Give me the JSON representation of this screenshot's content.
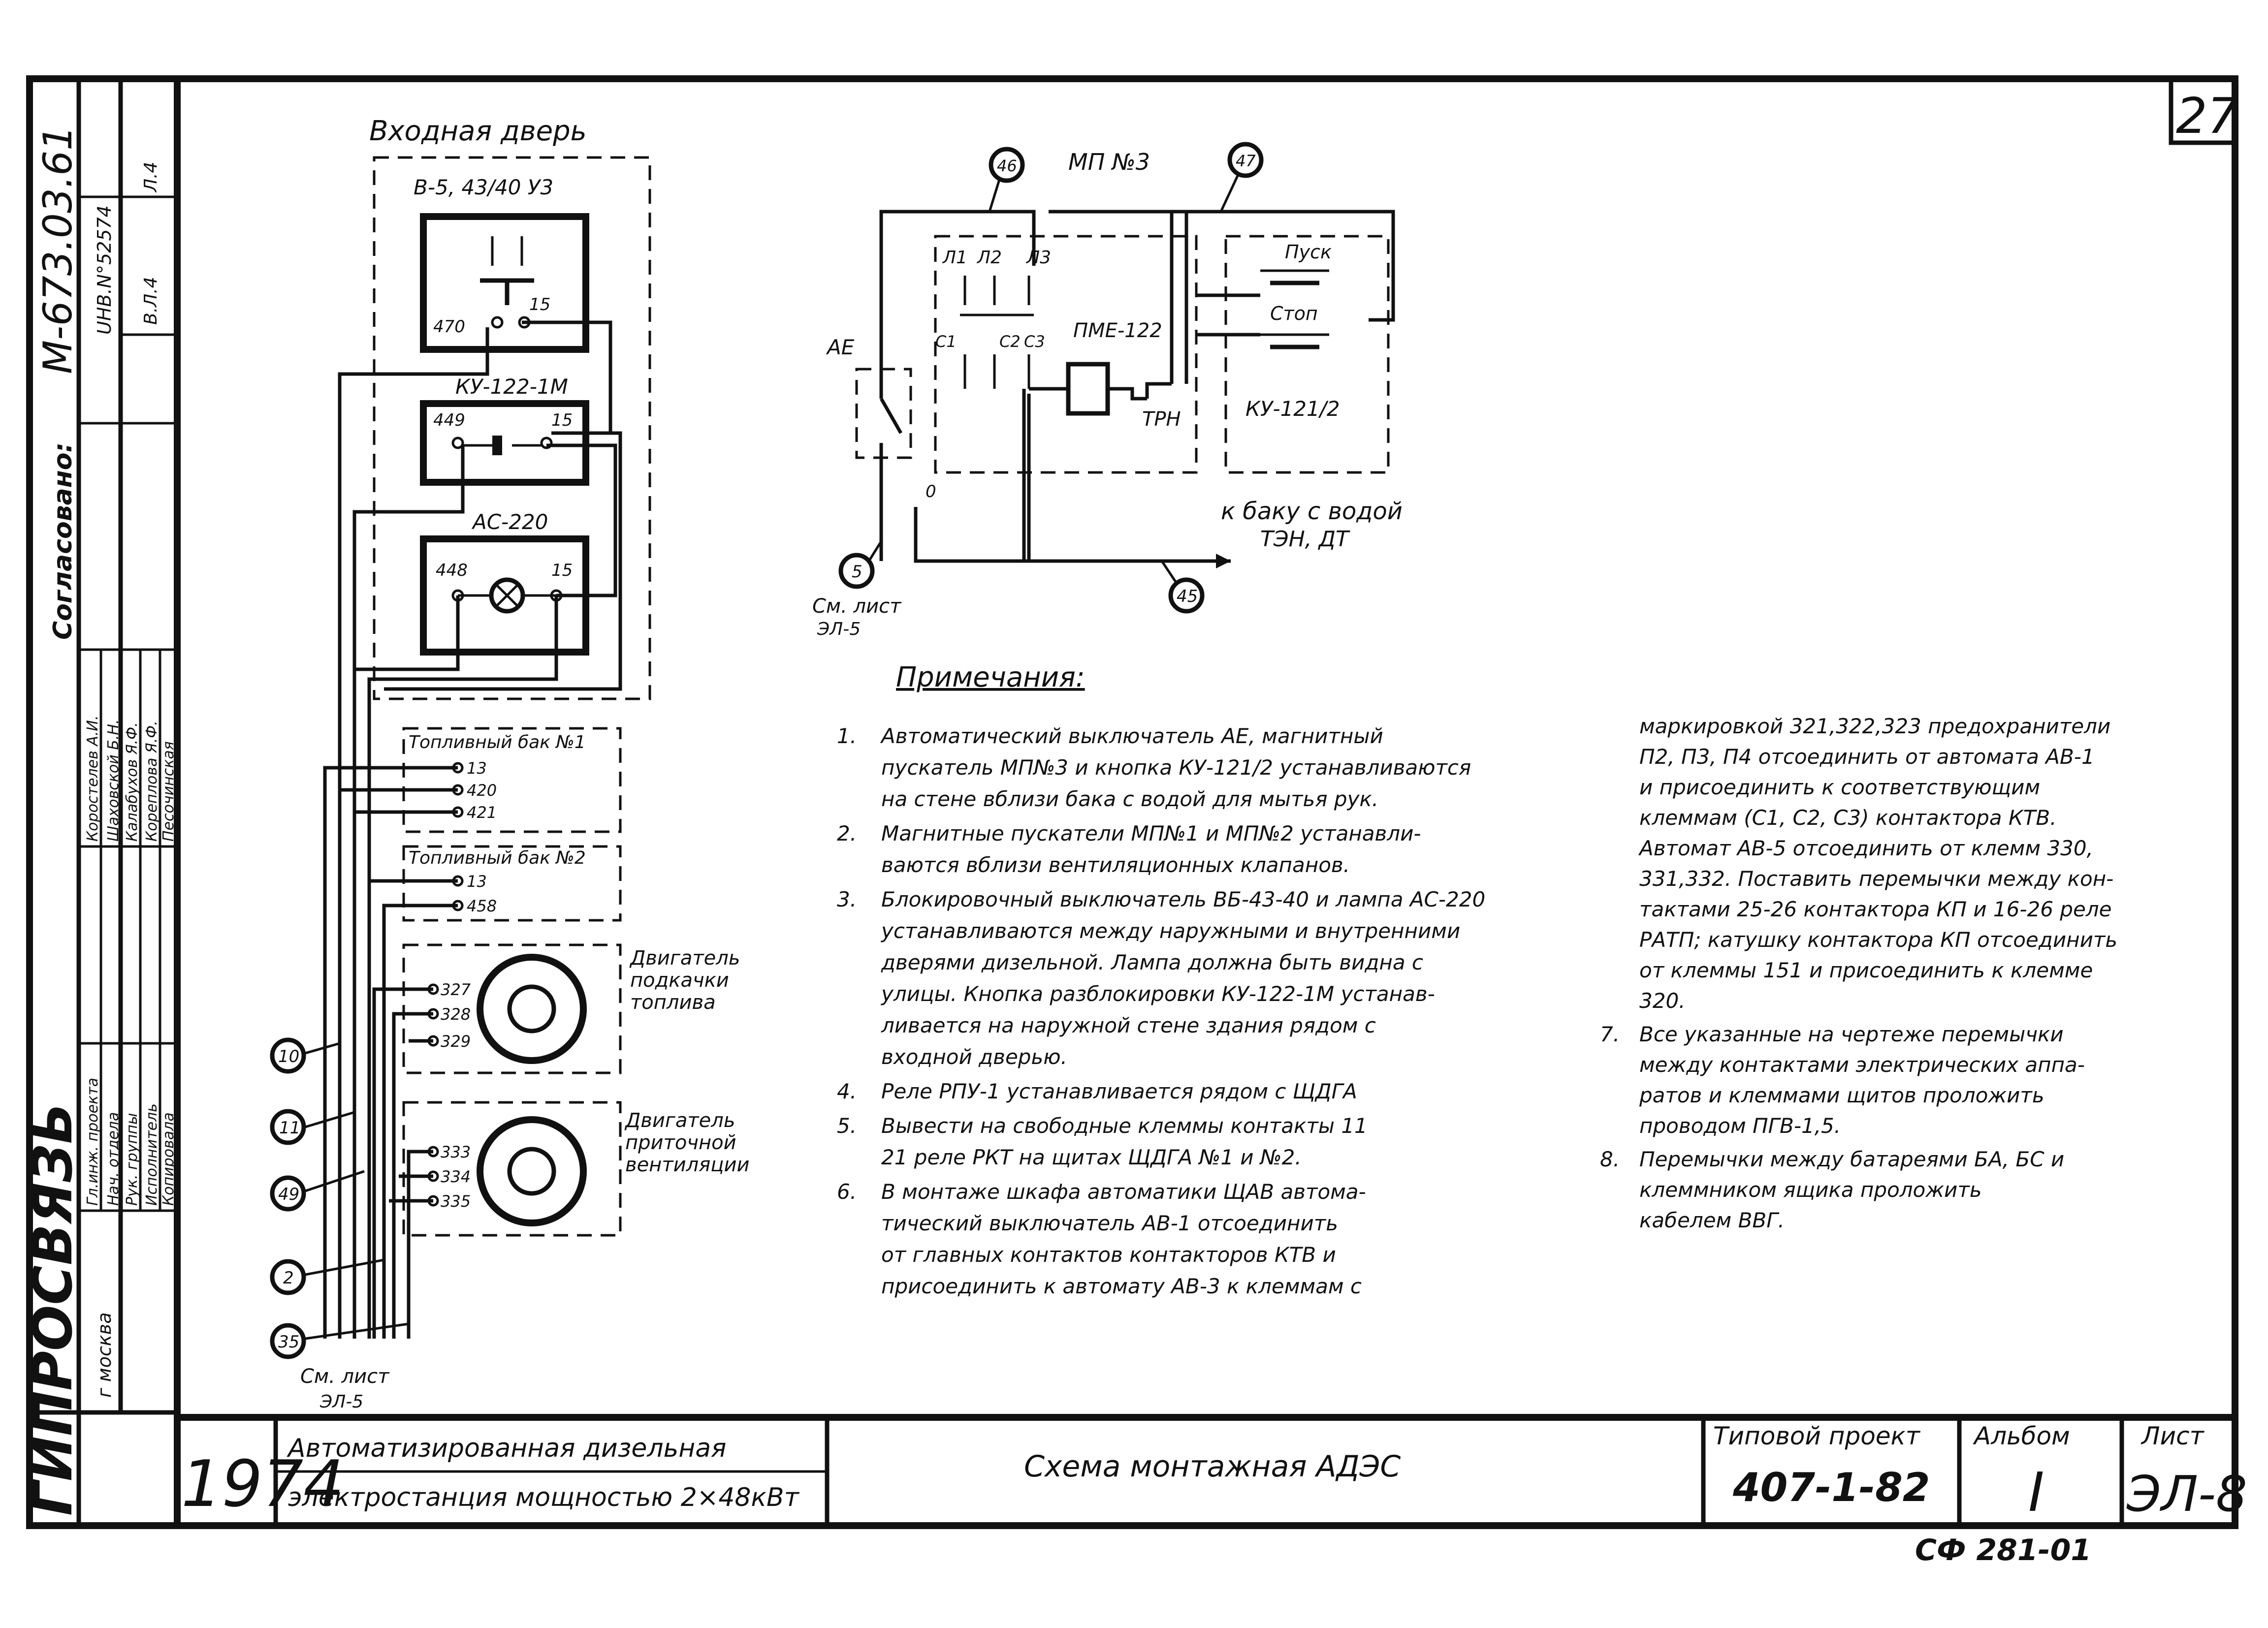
{
  "sheet": {
    "sheet_number": "27",
    "org_name": "ГИПРОСВЯЗЬ",
    "city": "г москва",
    "year": "1974",
    "doc_number": "М-673.03.61",
    "inv_number": "UHB.N°52574",
    "project_title_line1": "Автоматизированная дизельная",
    "project_title_line2": "электростанция мощностью 2×48кВт",
    "drawing_title": "Схема монтажная АДЭС",
    "typical_project_label": "Типовой проект",
    "typical_project": "407-1-82",
    "album_label": "Альбом",
    "album": "I",
    "sheet_label": "Лист",
    "sheet_code": "ЭЛ-8",
    "stamp": "СФ 281-01"
  },
  "side_stamp": {
    "agreed_label": "Согласовано:",
    "sheet_marks": [
      "В.Л.4",
      "Л.4"
    ],
    "roles": [
      "Гл.инж. проекта",
      "Нач. отдела",
      "Рук. группы",
      "Исполнитель",
      "Копировала"
    ],
    "names": [
      "Коростелев А.И.",
      "Шаховской Б.Н.",
      "Калабухов Я.Ф.",
      "Кореплова Я.Ф.",
      "Песочинская"
    ]
  },
  "diagram": {
    "entrance_door": "Входная дверь",
    "switch_vb": "В-5, 43/40 У3",
    "term_470": "470",
    "term_15a": "15",
    "ku122": "КУ-122-1М",
    "term_449": "449",
    "term_15b": "15",
    "lamp_ac": "АС-220",
    "term_448": "448",
    "term_15c": "15",
    "fuel_tank1": "Топливный бак №1",
    "tank1_terms": [
      "13",
      "420",
      "421"
    ],
    "fuel_tank2": "Топливный бак №2",
    "tank2_terms": [
      "13",
      "458"
    ],
    "motor1_label": [
      "Двигатель",
      "подкачки",
      "топлива"
    ],
    "motor1_terms": [
      "327",
      "328",
      "329"
    ],
    "motor2_label": [
      "Двигатель",
      "приточной",
      "вентиляции"
    ],
    "motor2_terms": [
      "333",
      "334",
      "335"
    ],
    "left_circles": [
      "10",
      "11",
      "49",
      "2",
      "35"
    ],
    "see_sheet_left": [
      "См. лист",
      "ЭЛ-5"
    ],
    "mp3": "МП №3",
    "circle_46": "46",
    "circle_47": "47",
    "ae_label": "АЕ",
    "poles": [
      "Л1",
      "Л2",
      "Л3"
    ],
    "c_terms": [
      "С1",
      "С2",
      "С3"
    ],
    "pme": "ПМЕ-122",
    "trn": "ТРН",
    "pusk": "Пуск",
    "stop": "Стоп",
    "ku121": "КУ-121/2",
    "zero": "0",
    "circle_5": "5",
    "see_sheet_right": [
      "См. лист",
      "ЭЛ-5"
    ],
    "to_tank_line1": "к баку с водой",
    "to_tank_line2": "ТЭН, ДТ",
    "circle_45": "45"
  },
  "notes": {
    "title": "Примечания:",
    "left": [
      {
        "num": "1.",
        "lines": [
          "Автоматический выключатель АЕ, магнитный",
          "пускатель МП№3 и кнопка КУ-121/2 устанавливаются",
          "на стене вблизи бака с водой для мытья рук."
        ]
      },
      {
        "num": "2.",
        "lines": [
          "Магнитные пускатели МП№1 и МП№2 устанавли-",
          "ваются вблизи вентиляционных клапанов."
        ]
      },
      {
        "num": "3.",
        "lines": [
          "Блокировочный выключатель ВБ-43-40 и лампа АС-220",
          "устанавливаются между наружными и внутренними",
          "дверями дизельной. Лампа должна быть видна с",
          "улицы. Кнопка разблокировки КУ-122-1М устанав-",
          "ливается на наружной стене здания рядом с",
          "входной дверью."
        ]
      },
      {
        "num": "4.",
        "lines": [
          "Реле РПУ-1 устанавливается рядом с ЩДГА"
        ]
      },
      {
        "num": "5.",
        "lines": [
          "Вывести на свободные клеммы контакты 11",
          "21 реле РКТ на щитах ЩДГА №1 и №2."
        ]
      },
      {
        "num": "6.",
        "lines": [
          "В монтаже шкафа автоматики ЩАВ автома-",
          "тический выключатель АВ-1 отсоединить",
          "от главных контактов контакторов КТВ и",
          "присоединить к автомату АВ-3 к клеммам с"
        ]
      }
    ],
    "right": [
      {
        "num": "",
        "lines": [
          "маркировкой 321,322,323 предохранители",
          "П2, П3, П4 отсоединить от автомата АВ-1",
          "и присоединить к соответствующим",
          "клеммам (С1, С2, С3) контактора КТВ.",
          "Автомат АВ-5 отсоединить от клемм 330,",
          "331,332. Поставить перемычки между кон-",
          "тактами 25-26 контактора КП и 16-26 реле",
          "РАТП; катушку контактора КП отсоединить",
          "от клеммы 151 и присоединить к клемме",
          "320."
        ]
      },
      {
        "num": "7.",
        "lines": [
          "Все указанные на чертеже перемычки",
          "между контактами электрических аппа-",
          "ратов и клеммами щитов проложить",
          "проводом ПГВ-1,5."
        ]
      },
      {
        "num": "8.",
        "lines": [
          "Перемычки между батареями БА, БС и",
          "клеммником ящика проложить",
          "кабелем ВВГ."
        ]
      }
    ]
  }
}
